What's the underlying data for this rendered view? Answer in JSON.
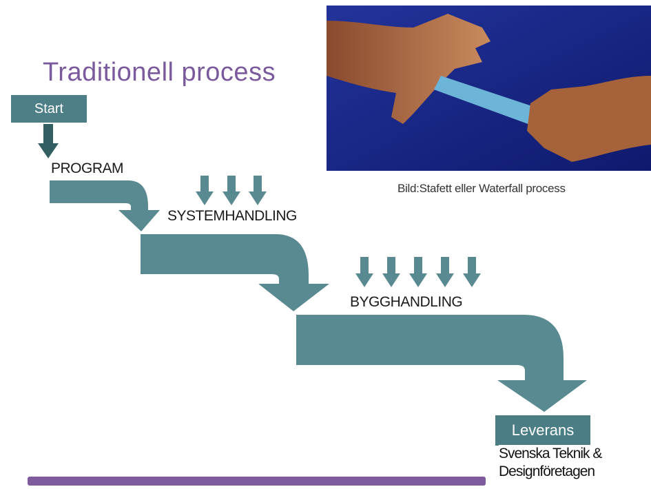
{
  "title": "Traditionell  process",
  "photo_caption": "Bild:Stafett eller Waterfall process",
  "start_label": "Start",
  "stages": [
    "PROGRAM",
    "SYSTEMHANDLING",
    "BYGGHANDLING"
  ],
  "end_label": "Leverans",
  "logo": {
    "line1": "Svenska Teknik &",
    "line2": "Designföretagen"
  },
  "colors": {
    "arrow": "#5a8a91",
    "dark_arrow": "#335e62",
    "title": "#7a5a9c",
    "bar": "#7f5b9e"
  }
}
